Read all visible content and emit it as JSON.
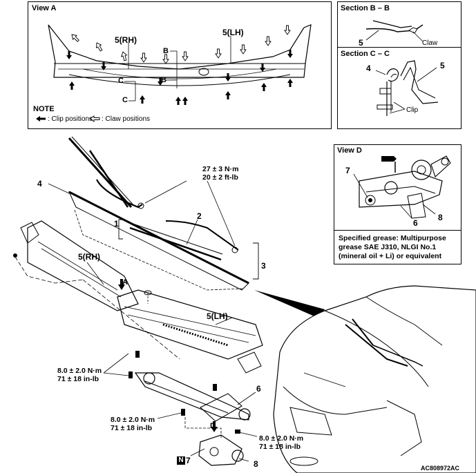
{
  "view_a": {
    "title": "View A",
    "rh_label": "5(RH)",
    "lh_label": "5(LH)",
    "b_label_1": "B",
    "b_label_2": "B",
    "c_label_1": "C",
    "c_label_2": "C",
    "note_title": "NOTE",
    "clip_legend": ": Clip positions",
    "claw_legend": ": Claw positions"
  },
  "section_b": {
    "title": "Section B – B",
    "part_label": "5",
    "claw_label": "Claw"
  },
  "section_c": {
    "title": "Section C – C",
    "part_4": "4",
    "part_5": "5",
    "clip_label": "Clip"
  },
  "view_d": {
    "title": "View D",
    "part_7": "7",
    "part_6": "6",
    "part_8": "8",
    "grease_text": [
      "Specified grease: Multipurpose",
      "grease SAE J310, NLGI No.1",
      "(mineral oil + Li) or equivalent"
    ]
  },
  "main": {
    "torque_arm": [
      "27 ± 3 N·m",
      "20 ± 2 ft-lb"
    ],
    "torque_left": [
      "8.0 ± 2.0 N·m",
      "71 ± 18 in-lb"
    ],
    "torque_mid": [
      "8.0 ± 2.0 N·m",
      "71 ± 18 in-lb"
    ],
    "torque_right": [
      "8.0 ± 2.0 N·m",
      "71 ± 18 in-lb"
    ],
    "part_1": "1",
    "part_2": "2",
    "part_3": "3",
    "part_4": "4",
    "part_5rh": "5(RH)",
    "part_5lh": "5(LH)",
    "part_6": "6",
    "part_7": "7",
    "part_8": "8",
    "view_a_arrow": "A",
    "view_d_arrow": "D",
    "n_mark": "N",
    "figure_code": "AC808972AC"
  }
}
